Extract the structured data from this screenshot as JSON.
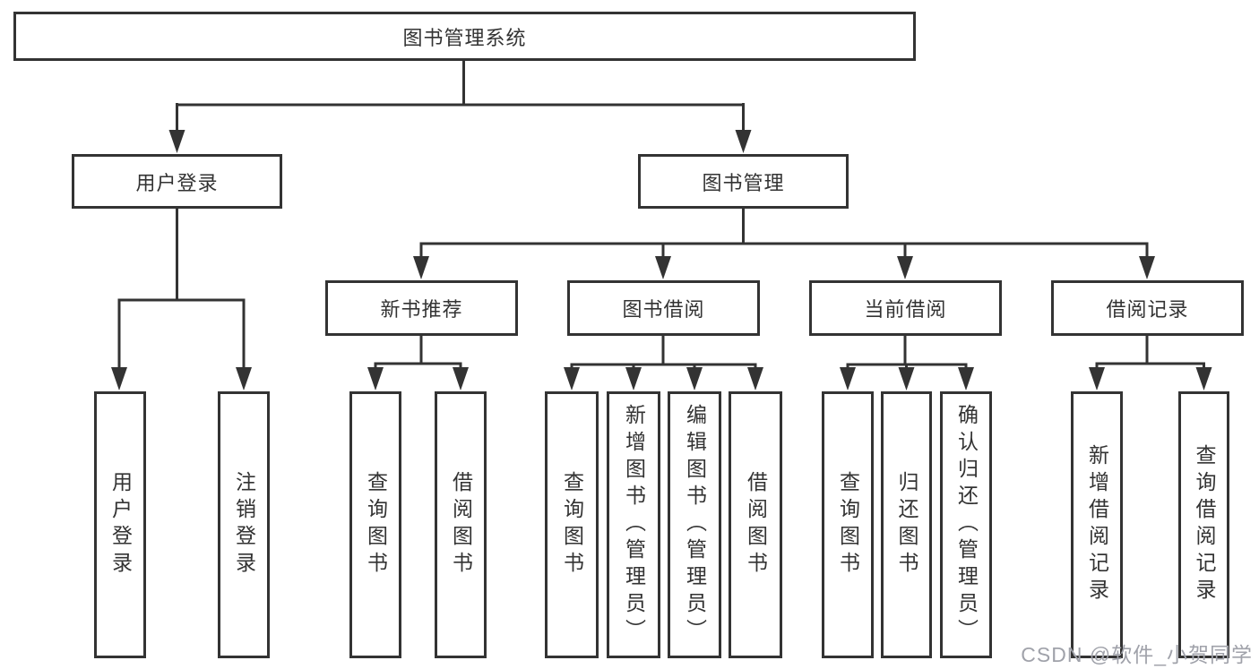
{
  "root": {
    "label": "图书管理系统"
  },
  "level2": {
    "user_login": {
      "label": "用户登录"
    },
    "book_mgmt": {
      "label": "图书管理"
    }
  },
  "level3": {
    "new_books": {
      "label": "新书推荐"
    },
    "borrow": {
      "label": "图书借阅"
    },
    "current": {
      "label": "当前借阅"
    },
    "records": {
      "label": "借阅记录"
    }
  },
  "leaves": {
    "user_login": [
      "用户登录",
      "注销登录"
    ],
    "new_books": [
      "查询图书",
      "借阅图书"
    ],
    "borrow": [
      "查询图书",
      "新增图书（管理员）",
      "编辑图书（管理员）",
      "借阅图书"
    ],
    "current": [
      "查询图书",
      "归还图书",
      "确认归还（管理员）"
    ],
    "records": [
      "新增借阅记录",
      "查询借阅记录"
    ]
  },
  "watermark": "CSDN @软件_小贺同学",
  "colors": {
    "line": "#333333",
    "box_border": "#333333",
    "text": "#333333",
    "watermark": "#a0a2aa",
    "background": "#ffffff"
  }
}
